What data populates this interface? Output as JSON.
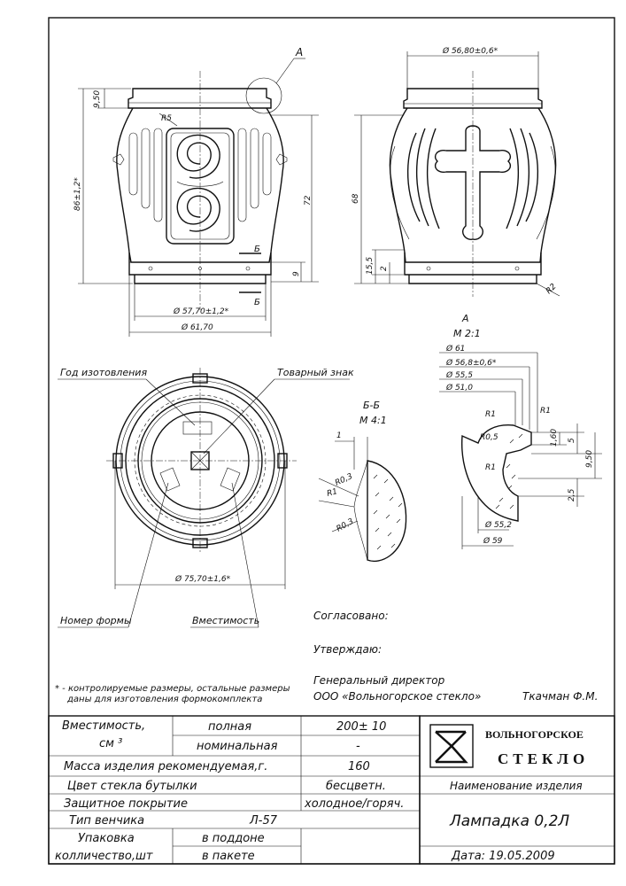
{
  "drawing": {
    "callout_a": "A",
    "callout_b": "Б",
    "front": {
      "dim_height_total": "86±1,2*",
      "dim_top": "9,50",
      "dim_body": "72",
      "dim_band": "9",
      "dim_radius": "R5",
      "dim_d_base": "Ø 57,70±1,2*",
      "dim_d_outer": "Ø 61,70"
    },
    "side": {
      "dim_d_top": "Ø 56,80±0,6*",
      "dim_height": "68",
      "dim_base": "15,5",
      "dim_small": "2",
      "dim_radius": "R2"
    },
    "plan": {
      "label_year": "Год изотовления",
      "label_trademark": "Товарный знак",
      "label_form_number": "Номер формы",
      "label_capacity": "Вместимость",
      "dim_d": "Ø 75,70±1,6*"
    },
    "section_bb": {
      "title": "Б-Б",
      "scale": "М 4:1",
      "dim_1": "1",
      "dim_r03a": "R0,3",
      "dim_r1": "R1",
      "dim_r03b": "R0,3"
    },
    "detail_a": {
      "title": "А",
      "scale": "М 2:1",
      "d1": "Ø 61",
      "d2": "Ø 56,8±0,6*",
      "d3": "Ø 55,5",
      "d4": "Ø 51,0",
      "r1a": "R1",
      "r1b": "R1",
      "r05": "R0,5",
      "r1c": "R1",
      "h160": "1,60",
      "h5": "5",
      "h950": "9,50",
      "h25": "2,5",
      "d5": "Ø 55,2",
      "d6": "Ø 59"
    }
  },
  "approval": {
    "agreed": "Согласовано:",
    "approved": "Утверждаю:",
    "director_title": "Генеральный директор",
    "company": "ООО «Вольногорское стекло»",
    "signer": "Ткачман Ф.М."
  },
  "footnote": {
    "line1": "* - контролируемые размеры, остальные размеры",
    "line2": "даны для изготовления формокомплекта"
  },
  "table": {
    "capacity_label": "Вместимость,",
    "capacity_unit": "см ³",
    "full_label": "полная",
    "full_value": "200± 10",
    "nominal_label": "номинальная",
    "nominal_value": "-",
    "mass_label": "Масса изделия рекомендуемая,г.",
    "mass_value": "160",
    "color_label": "Цвет стекла бутылки",
    "color_value": "бесцветн.",
    "coating_label": "Защитное покрытие",
    "coating_value": "холодное/горяч.",
    "crown_label": "Тип венчика",
    "crown_value": "Л-57",
    "pack_label_1": "Упаковка",
    "pack_label_2": "колличество,шт",
    "pack_pallet": "в поддоне",
    "pack_bag": "в пакете"
  },
  "title_block": {
    "logo_line1": "ВОЛЬНОГОРСКОЕ",
    "logo_line2": "СТЕКЛО",
    "name_header": "Наименование изделия",
    "product_name": "Лампадка 0,2Л",
    "date": "Дата: 19.05.2009"
  }
}
